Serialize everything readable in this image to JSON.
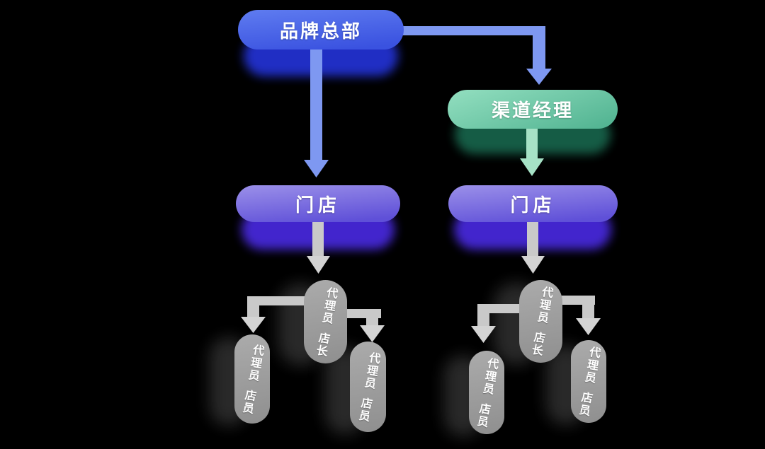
{
  "diagram": {
    "hq": {
      "label": "品牌总部"
    },
    "channel_manager": {
      "label": "渠道经理"
    },
    "store_left": {
      "label": "门店"
    },
    "store_right": {
      "label": "门店"
    },
    "left_cluster": {
      "manager": {
        "line1": "代理员",
        "line2": "店长"
      },
      "clerk_left": {
        "line1": "代理员",
        "line2": "店员"
      },
      "clerk_right": {
        "line1": "代理员",
        "line2": "店员"
      }
    },
    "right_cluster": {
      "manager": {
        "line1": "代理员",
        "line2": "店长"
      },
      "clerk_left": {
        "line1": "代理员",
        "line2": "店员"
      },
      "clerk_right": {
        "line1": "代理员",
        "line2": "店员"
      }
    }
  },
  "colors": {
    "background": "#000000",
    "hq_gradient_top": "#5f7cf0",
    "hq_gradient_bottom": "#3a52e0",
    "hq_shadow": "#2231cf",
    "channel_manager_gradient_top": "#93dfc0",
    "channel_manager_gradient_bottom": "#52b492",
    "channel_manager_shadow": "#176149",
    "store_gradient_top": "#9b90e9",
    "store_gradient_bottom": "#5f50d8",
    "store_shadow": "#4628d8",
    "staff_pill": "#9d9d9d",
    "staff_pill_shadow": "#2e2e2e",
    "blue_arrow": "#7e98f1",
    "green_arrow": "#a6e2c6",
    "gray_arrow": "#c9c9c9",
    "label_text": "#ffffff"
  }
}
